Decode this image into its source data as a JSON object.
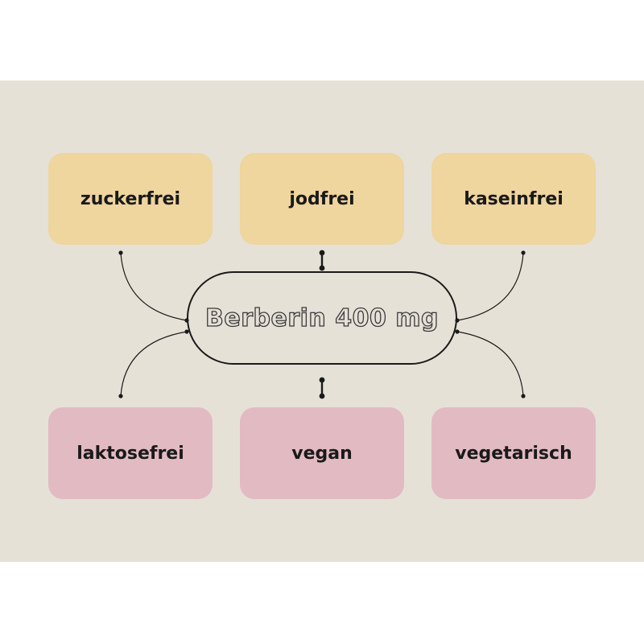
{
  "diagram": {
    "center_label": "Berberin 400 mg",
    "top_items": [
      {
        "label": "zuckerfrei"
      },
      {
        "label": "jodfrei"
      },
      {
        "label": "kaseinfrei"
      }
    ],
    "bottom_items": [
      {
        "label": "laktosefrei"
      },
      {
        "label": "vegan"
      },
      {
        "label": "vegetarisch"
      }
    ]
  },
  "colors": {
    "background": "#e6e1d7",
    "top_box": "#efd59e",
    "bottom_box": "#e2bac2",
    "connector": "#1a1a1a"
  }
}
